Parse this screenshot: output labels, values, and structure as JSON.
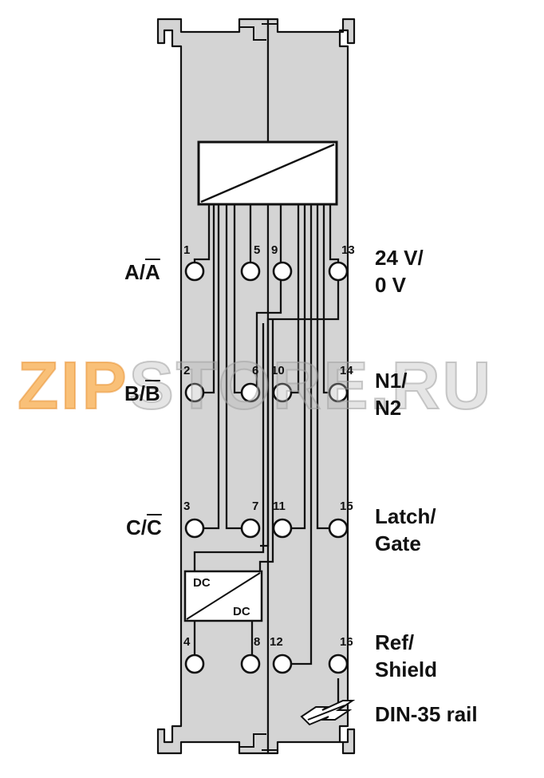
{
  "groups": [
    {
      "main": "A/",
      "bar": "A"
    },
    {
      "main": "B/",
      "bar": "B"
    },
    {
      "main": "C/",
      "bar": "C"
    }
  ],
  "right_labels": [
    "24 V/\n0 V",
    "N1/\nN2",
    "Latch/\nGate",
    "Ref/\nShield",
    "DIN-35 rail"
  ],
  "pins": [
    "1",
    "5",
    "9",
    "13",
    "2",
    "6",
    "10",
    "14",
    "3",
    "7",
    "11",
    "15",
    "4",
    "8",
    "12",
    "16"
  ],
  "dc_labels": [
    "DC",
    "DC"
  ],
  "watermark": {
    "first": "ZIP",
    "rest": "STORE.RU"
  },
  "colors": {
    "housing": "#d4d4d4",
    "line": "#111111",
    "watermark_orange": "#f4a444"
  }
}
